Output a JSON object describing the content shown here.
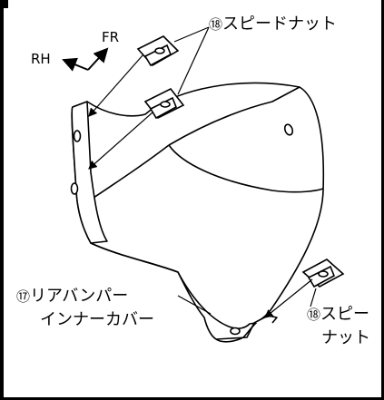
{
  "directions": {
    "rh": "RH",
    "fr": "FR"
  },
  "callouts": {
    "speed_nut_top": {
      "number": "⑱",
      "text": "スピードナット"
    },
    "bumper_cover": {
      "number": "⑰",
      "line1": "リアバンパー",
      "line2": "インナーカバー"
    },
    "speed_nut_bottom": {
      "number": "⑱",
      "line1": "スピー",
      "line2": "ナット"
    }
  }
}
